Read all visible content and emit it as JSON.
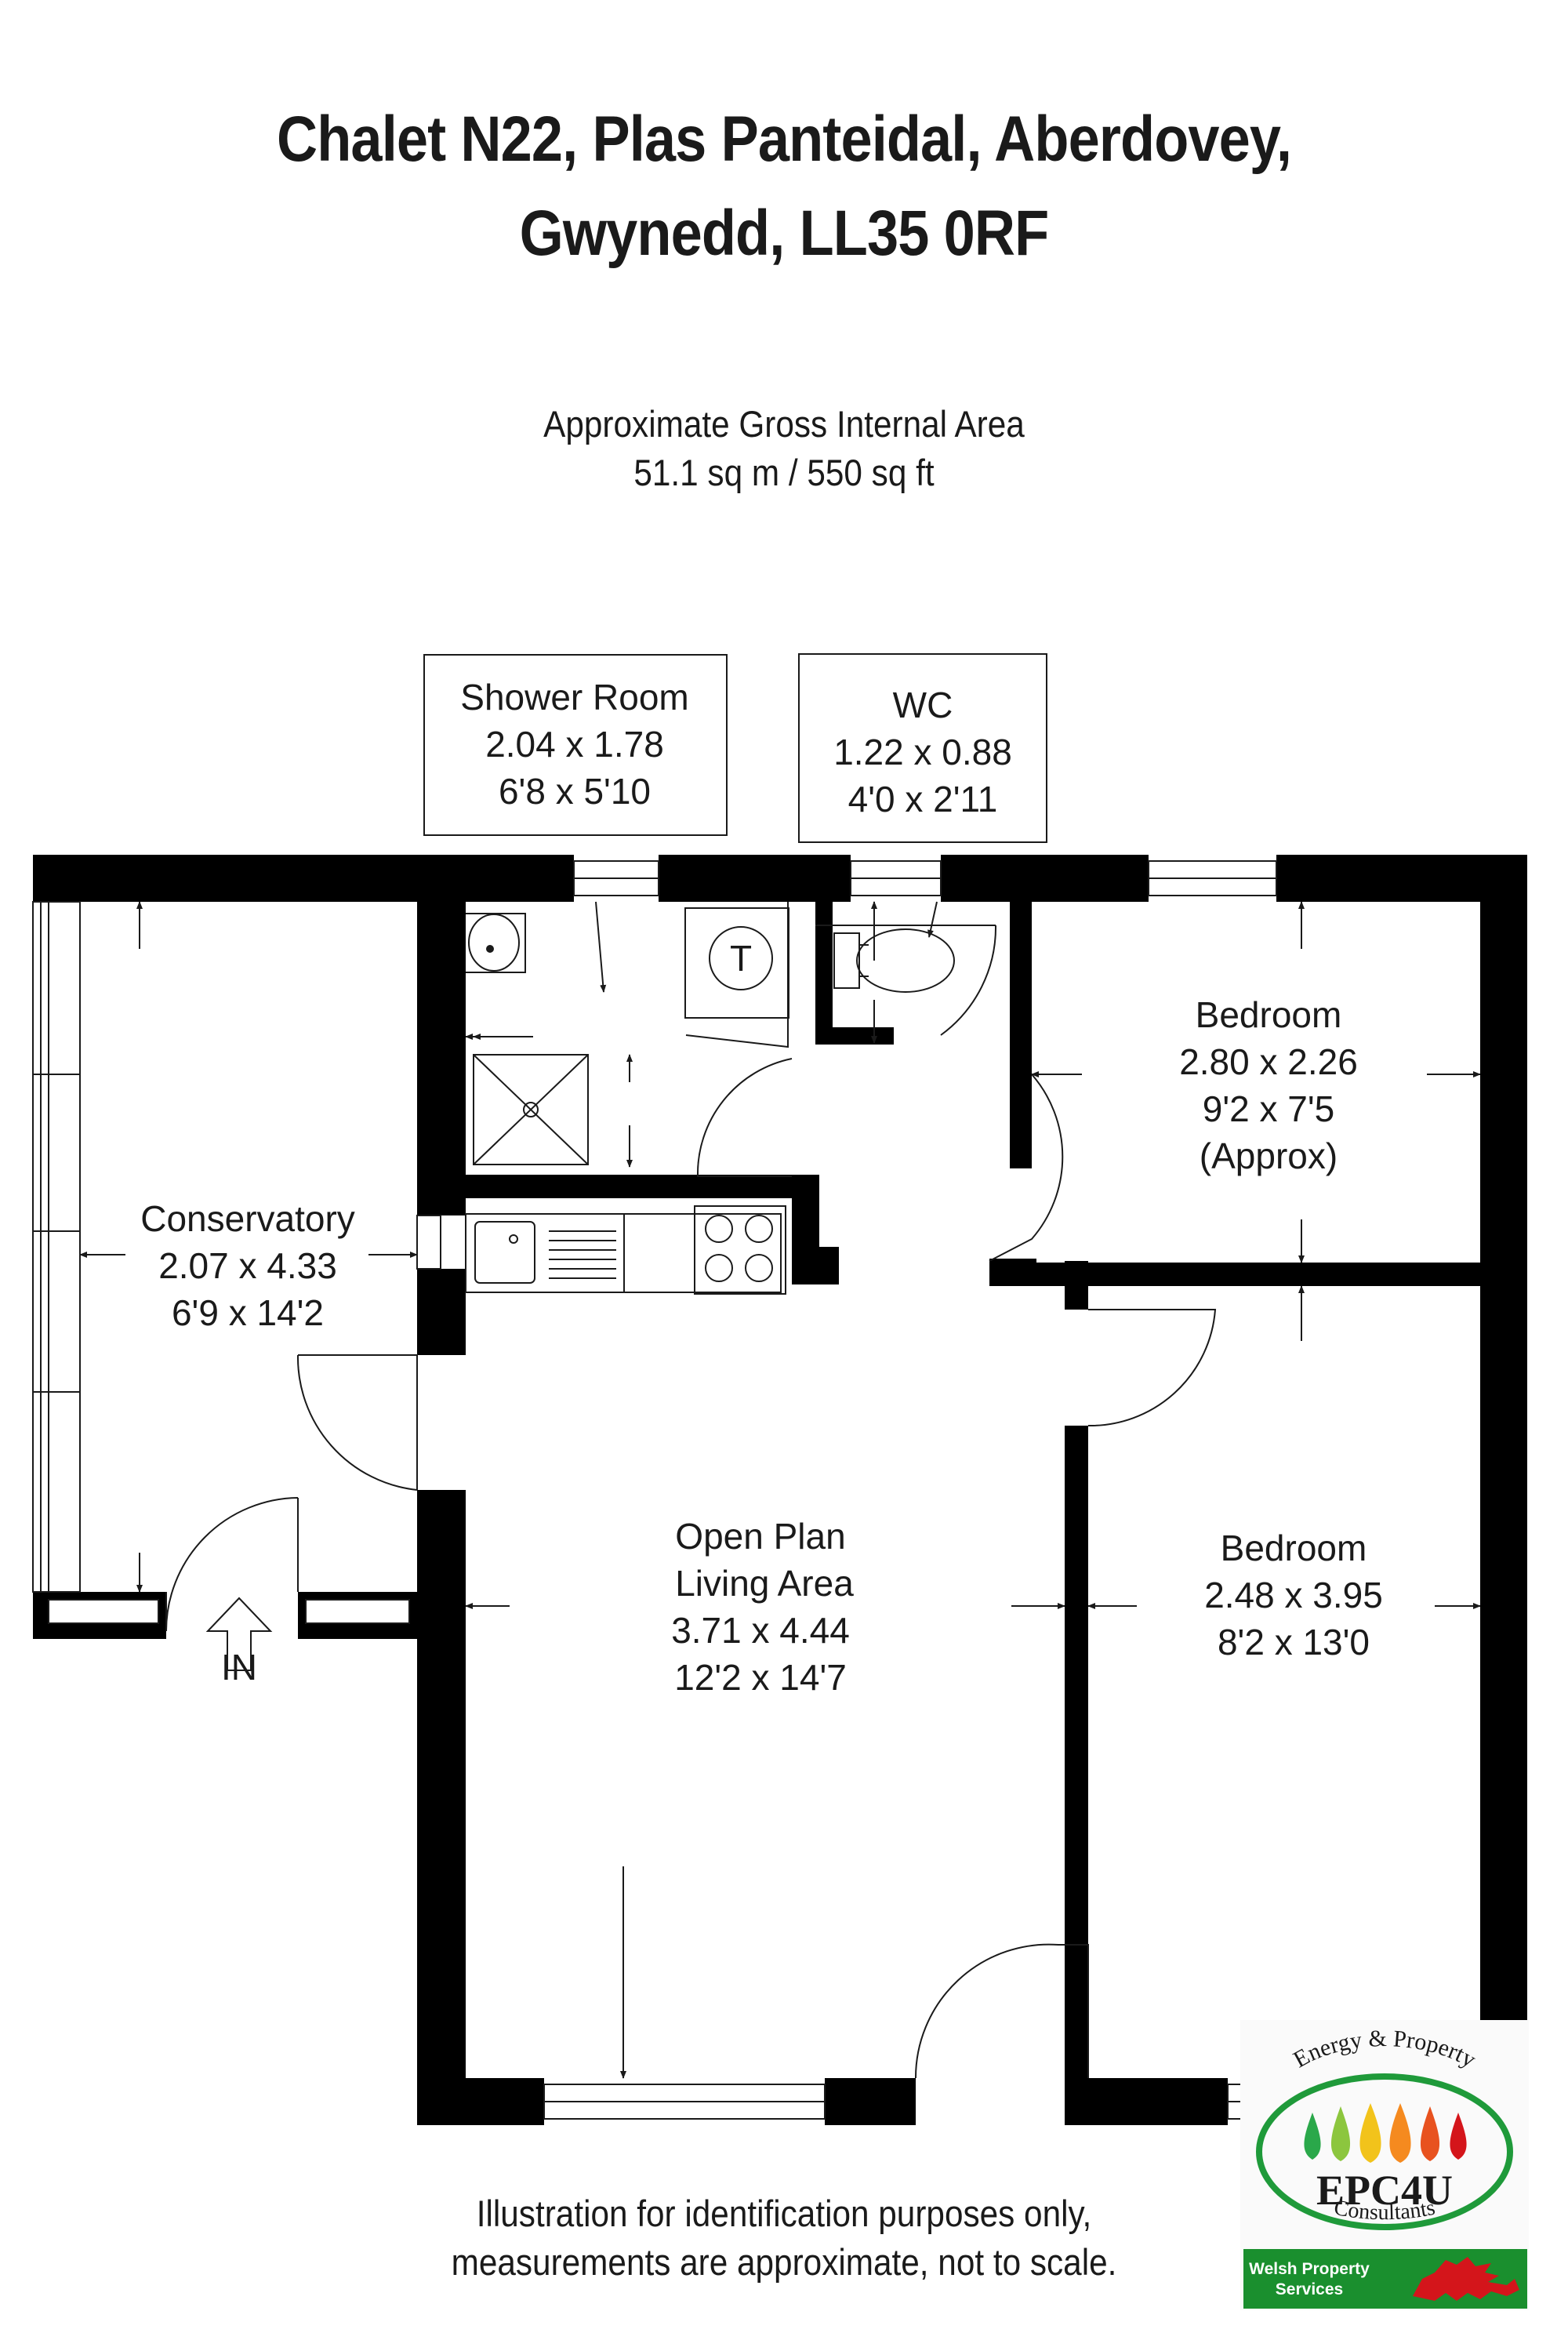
{
  "title": {
    "line1": "Chalet N22, Plas Panteidal, Aberdovey,",
    "line2": "Gwynedd, LL35 0RF"
  },
  "area": {
    "label": "Approximate Gross Internal Area",
    "value": "51.1 sq m / 550 sq ft"
  },
  "rooms": {
    "shower_room": {
      "name": "Shower Room",
      "metric": "2.04 x 1.78",
      "imperial": "6'8 x 5'10"
    },
    "wc": {
      "name": "WC",
      "metric": "1.22 x 0.88",
      "imperial": "4'0 x 2'11"
    },
    "bedroom_1": {
      "name": "Bedroom",
      "metric": "2.80 x 2.26",
      "imperial": "9'2 x 7'5",
      "note": "(Approx)"
    },
    "conservatory": {
      "name": "Conservatory",
      "metric": "2.07 x 4.33",
      "imperial": "6'9 x 14'2"
    },
    "living": {
      "name1": "Open Plan",
      "name2": "Living Area",
      "metric": "3.71 x 4.44",
      "imperial": "12'2 x 14'7"
    },
    "bedroom_2": {
      "name": "Bedroom",
      "metric": "2.48 x 3.95",
      "imperial": "8'2 x 13'0"
    }
  },
  "entrance": {
    "label": "IN"
  },
  "fixtures": {
    "tank_label": "T"
  },
  "disclaimer": {
    "line1": "Illustration for identification purposes only,",
    "line2": "measurements are approximate, not to scale."
  },
  "logo": {
    "top_text": "Energy & Property",
    "brand": "EPC4U",
    "bottom_text": "Consultants",
    "banner_line1": "Welsh Property",
    "banner_line2": "Services",
    "colors": {
      "green": "#1f9a3a",
      "banner": "#1a8f2e",
      "dragon": "#d4151b"
    }
  }
}
